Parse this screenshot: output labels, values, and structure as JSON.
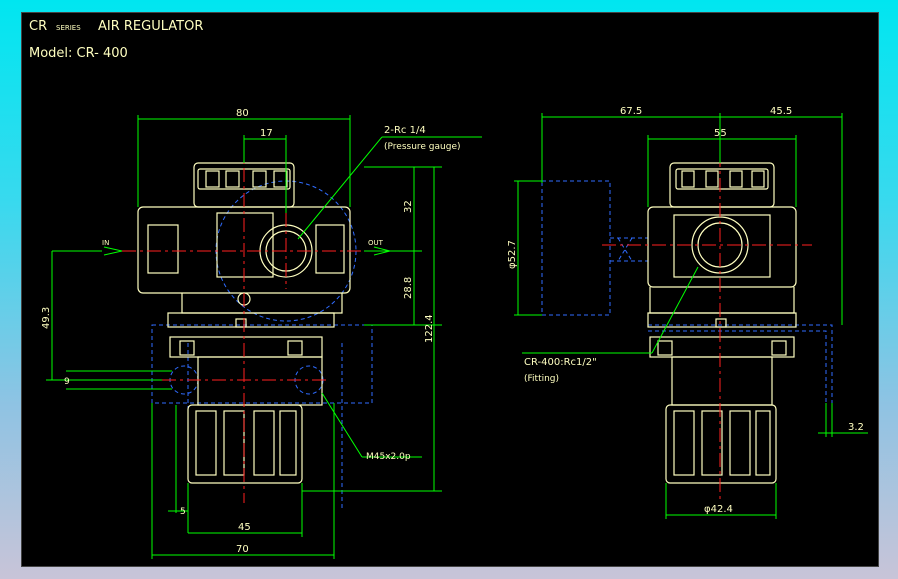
{
  "title": {
    "prefix": "CR",
    "series": "SERIES",
    "name": "AIR REGULATOR",
    "model": "Model: CR- 400"
  },
  "colors": {
    "background": "#000000",
    "frame": "#00e6f0",
    "body": "#ffffc0",
    "dim": "#00ff00",
    "hidden": "#2f6cff",
    "center": "#ff2020",
    "title": "#ffffc0"
  },
  "front_view": {
    "dims": {
      "width_top": "80",
      "port_spacing": "17",
      "height_upper": "32",
      "height_mid": "28.8",
      "height_total": "122.4",
      "height_left": "49.3",
      "thread_pitch": "9",
      "offset_small": "5",
      "knob_width": "45",
      "base_width": "70"
    },
    "labels": {
      "in": "IN",
      "out": "OUT",
      "gauge_port": "2-Rc 1/4",
      "gauge_note": "(Pressure gauge)",
      "thread": "M45x2.0p"
    }
  },
  "side_view": {
    "dims": {
      "gauge_offset": "67.5",
      "body_offset": "45.5",
      "body_width": "55",
      "gauge_dia": "φ52.7",
      "knob_dia": "φ42.4",
      "bracket_thickness": "3.2"
    },
    "labels": {
      "fitting": "CR-400:Rc1/2\"",
      "fitting_note": "(Fitting)"
    }
  }
}
